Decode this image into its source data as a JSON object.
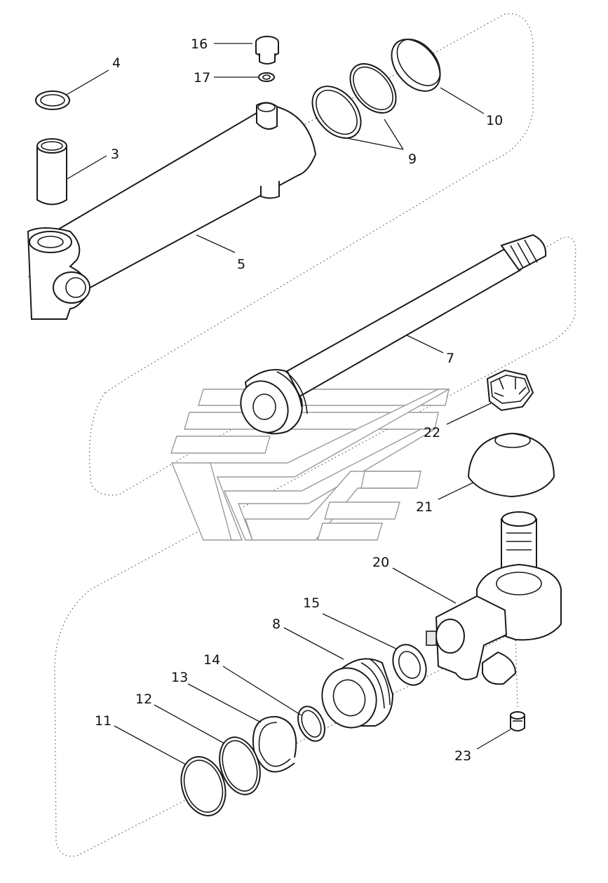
{
  "diagram": {
    "colors": {
      "line": "#1a1a1a",
      "watermark": "#9a9a9a",
      "background": "#ffffff"
    },
    "callouts": {
      "c3": "3",
      "c4": "4",
      "c5": "5",
      "c7": "7",
      "c8": "8",
      "c9": "9",
      "c10": "10",
      "c11": "11",
      "c12": "12",
      "c13": "13",
      "c14": "14",
      "c15": "15",
      "c16": "16",
      "c17": "17",
      "c20": "20",
      "c21": "21",
      "c22": "22",
      "c23": "23"
    }
  }
}
